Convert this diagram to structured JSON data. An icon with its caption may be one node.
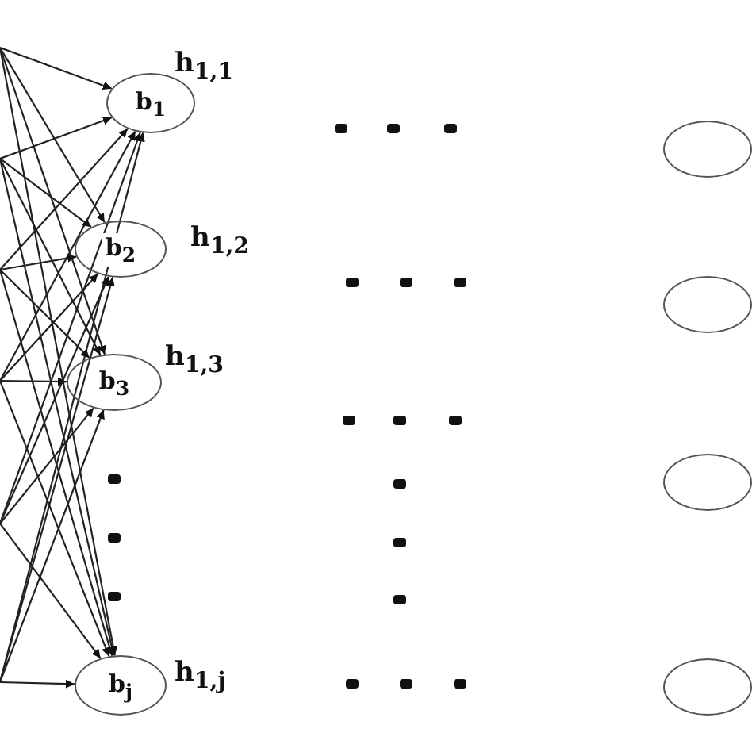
{
  "diagram": {
    "nodes": [
      {
        "text": [
          "b$_{1}$"
        ],
        "beside": [
          "h$_{1,1}$"
        ]
      },
      {
        "text": [
          "b$_{2}$"
        ],
        "beside": [
          "h$_{1,2}$"
        ]
      },
      {
        "text": [
          "b$_{3}$"
        ],
        "beside": [
          "h$_{1,3}$"
        ]
      },
      {
        "text": [
          "b$_{j}$"
        ],
        "beside": [
          "h$_{1,j}$"
        ]
      },
      {
        "text": [],
        "shape": "circle"
      },
      {
        "text": [],
        "shape": "circle"
      },
      {
        "text": [],
        "shape": "circle"
      },
      {
        "text": [],
        "shape": "circle"
      }
    ],
    "edges": [
      {
        "from": null,
        "to": 0,
        "arrow": "to"
      },
      {
        "from": null,
        "to": 0,
        "arrow": "to"
      },
      {
        "from": null,
        "to": 0,
        "arrow": "to"
      },
      {
        "from": null,
        "to": 0,
        "arrow": "to"
      },
      {
        "from": null,
        "to": 0,
        "arrow": "to"
      },
      {
        "from": null,
        "to": 0,
        "arrow": "to"
      },
      {
        "from": null,
        "to": 1,
        "arrow": "to"
      },
      {
        "from": null,
        "to": 1,
        "arrow": "to"
      },
      {
        "from": null,
        "to": 1,
        "arrow": "to"
      },
      {
        "from": null,
        "to": 1,
        "arrow": "to"
      },
      {
        "from": null,
        "to": 1,
        "arrow": "to"
      },
      {
        "from": null,
        "to": 1,
        "arrow": "to"
      },
      {
        "from": null,
        "to": 2,
        "arrow": "to"
      },
      {
        "from": null,
        "to": 2,
        "arrow": "to"
      },
      {
        "from": null,
        "to": 2,
        "arrow": "to"
      },
      {
        "from": null,
        "to": 2,
        "arrow": "to"
      },
      {
        "from": null,
        "to": 2,
        "arrow": "to"
      },
      {
        "from": null,
        "to": 2,
        "arrow": "to"
      },
      {
        "from": null,
        "to": 3,
        "arrow": "to"
      },
      {
        "from": null,
        "to": 3,
        "arrow": "to"
      },
      {
        "from": null,
        "to": 3,
        "arrow": "to"
      },
      {
        "from": null,
        "to": 3,
        "arrow": "to"
      },
      {
        "from": null,
        "to": 3,
        "arrow": "to"
      },
      {
        "from": null,
        "to": 3,
        "arrow": "to"
      }
    ]
  }
}
